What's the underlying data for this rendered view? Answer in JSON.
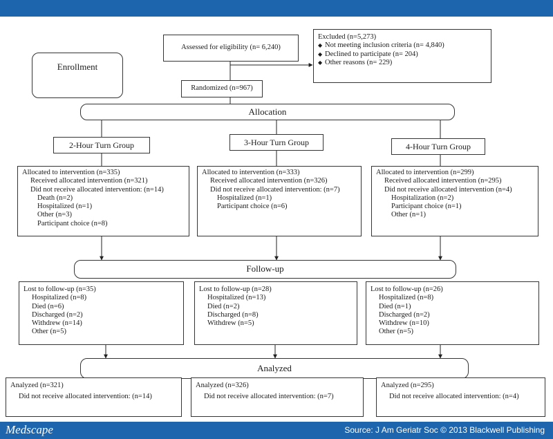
{
  "header": {},
  "footer": {
    "logo": "Medscape",
    "source": "Source: J Am Geriatr Soc © 2013 Blackwell Publishing"
  },
  "diagram": {
    "enrollment_label": "Enrollment",
    "assessed": "Assessed for eligibility (n= 6,240)",
    "excluded": {
      "title": "Excluded (n=5,273)",
      "items": [
        "Not meeting inclusion criteria (n= 4,840)",
        "Declined to participate (n= 204)",
        "Other reasons (n= 229)"
      ]
    },
    "randomized": "Randomized (n=967)",
    "allocation": "Allocation",
    "followup": "Follow-up",
    "analyzed_banner": "Analyzed",
    "groups": [
      {
        "name": "2-Hour Turn Group",
        "alloc": [
          "Allocated to intervention (n=335)",
          "Received allocated intervention (n=321)",
          "Did not receive allocated intervention: (n=14)",
          "Death (n=2)",
          "Hospitalized (n=1)",
          "Other (n=3)",
          "Participant choice (n=8)"
        ],
        "lost": [
          "Lost to follow-up (n=35)",
          "Hospitalized (n=8)",
          "Died (n=6)",
          "Discharged (n=2)",
          "Withdrew (n=14)",
          "Other (n=5)"
        ],
        "analyzed": [
          "Analyzed (n=321)",
          "Did not receive allocated intervention: (n=14)"
        ]
      },
      {
        "name": "3-Hour Turn Group",
        "alloc": [
          "Allocated to intervention (n=333)",
          "Received allocated intervention (n=326)",
          "Did not receive allocated intervention: (n=7)",
          "Hospitalized (n=1)",
          "Participant choice (n=6)"
        ],
        "lost": [
          "Lost to follow-up (n=28)",
          "Hospitalized (n=13)",
          "Died (n=2)",
          "Discharged (n=8)",
          "Withdrew (n=5)"
        ],
        "analyzed": [
          "Analyzed (n=326)",
          "Did not receive allocated intervention: (n=7)"
        ]
      },
      {
        "name": "4-Hour Turn Group",
        "alloc": [
          "Allocated to intervention (n=299)",
          "Received allocated intervention (n=295)",
          "Did not receive allocated intervention (n=4)",
          "Hospitalization (n=2)",
          "Participant choice (n=1)",
          "Other (n=1)"
        ],
        "lost": [
          "Lost to follow-up (n=26)",
          "Hospitalized (n=8)",
          "Died (n=1)",
          "Discharged (n=2)",
          "Withdrew (n=10)",
          "Other (n=5)"
        ],
        "analyzed": [
          "Analyzed (n=295)",
          "Did not receive allocated intervention: (n=4)"
        ]
      }
    ]
  }
}
